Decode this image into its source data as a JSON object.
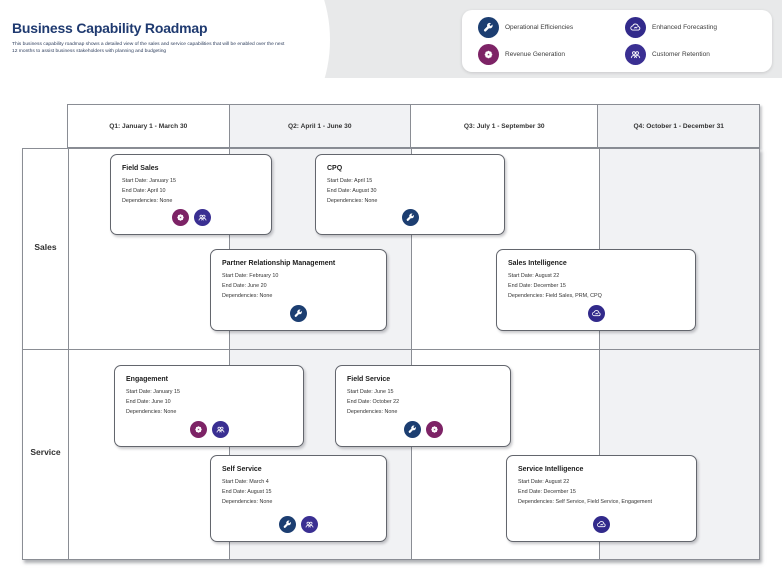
{
  "page": {
    "title": "Business Capability Roadmap",
    "subtitle": "This business capability roadmap shows a detailed view of the sales and service capabilities that will be enabled over the next 12 months to assist business stakeholders with planning and budgeting"
  },
  "theme": {
    "title_color": "#1f3a70",
    "banner_gray": "#e8e9ea",
    "grid_line_color": "#8a8d94",
    "shaded_column_color": "#f1f2f4"
  },
  "icon_types": {
    "operational": {
      "name": "operational-efficiencies",
      "glyph": "wrench",
      "color": "#1c3e71"
    },
    "forecasting": {
      "name": "enhanced-forecasting",
      "glyph": "cloud",
      "color": "#322a8b"
    },
    "revenue": {
      "name": "revenue-generation",
      "glyph": "flower",
      "color": "#7d2366"
    },
    "retention": {
      "name": "customer-retention",
      "glyph": "people",
      "color": "#3a2f92"
    }
  },
  "legend": {
    "items": [
      {
        "type": "operational",
        "label": "Operational Efficiencies"
      },
      {
        "type": "forecasting",
        "label": "Enhanced Forecasting"
      },
      {
        "type": "revenue",
        "label": "Revenue Generation"
      },
      {
        "type": "retention",
        "label": "Customer Retention"
      }
    ]
  },
  "timeline": {
    "quarters": [
      "Q1: January 1  - March 30",
      "Q2: April 1 - June 30",
      "Q3: July 1 - September 30",
      "Q4: October 1 - December 31"
    ]
  },
  "lanes": [
    "Sales",
    "Service"
  ],
  "field_labels": {
    "start": "Start Date:",
    "end": "End Date:",
    "dependencies": "Dependencies:"
  },
  "cards": [
    {
      "title": "Field Sales",
      "lane": "Sales",
      "start": "January 15",
      "end": "April 10",
      "deps": "None",
      "icons": [
        "revenue",
        "retention"
      ]
    },
    {
      "title": "CPQ",
      "lane": "Sales",
      "start": "April 15",
      "end": "August 30",
      "deps": "None",
      "icons": [
        "operational"
      ]
    },
    {
      "title": "Partner Relationship Management",
      "lane": "Sales",
      "start": "February 10",
      "end": "June 20",
      "deps": "None",
      "icons": [
        "operational"
      ]
    },
    {
      "title": "Sales Intelligence",
      "lane": "Sales",
      "start": "August 22",
      "end": "December 15",
      "deps": "Field Sales, PRM, CPQ",
      "icons": [
        "forecasting"
      ]
    },
    {
      "title": "Engagement",
      "lane": "Service",
      "start": "January 15",
      "end": "June 10",
      "deps": "None",
      "icons": [
        "revenue",
        "retention"
      ]
    },
    {
      "title": "Field Service",
      "lane": "Service",
      "start": "June 15",
      "end": "October 22",
      "deps": "None",
      "icons": [
        "operational",
        "revenue"
      ]
    },
    {
      "title": "Self Service",
      "lane": "Service",
      "start": "March 4",
      "end": "August 15",
      "deps": "None",
      "icons": [
        "operational",
        "retention"
      ]
    },
    {
      "title": "Service Intelligence",
      "lane": "Service",
      "start": "August 22",
      "end": "December 15",
      "deps": "Self Service, Field Service, Engagement",
      "icons": [
        "forecasting"
      ]
    }
  ]
}
